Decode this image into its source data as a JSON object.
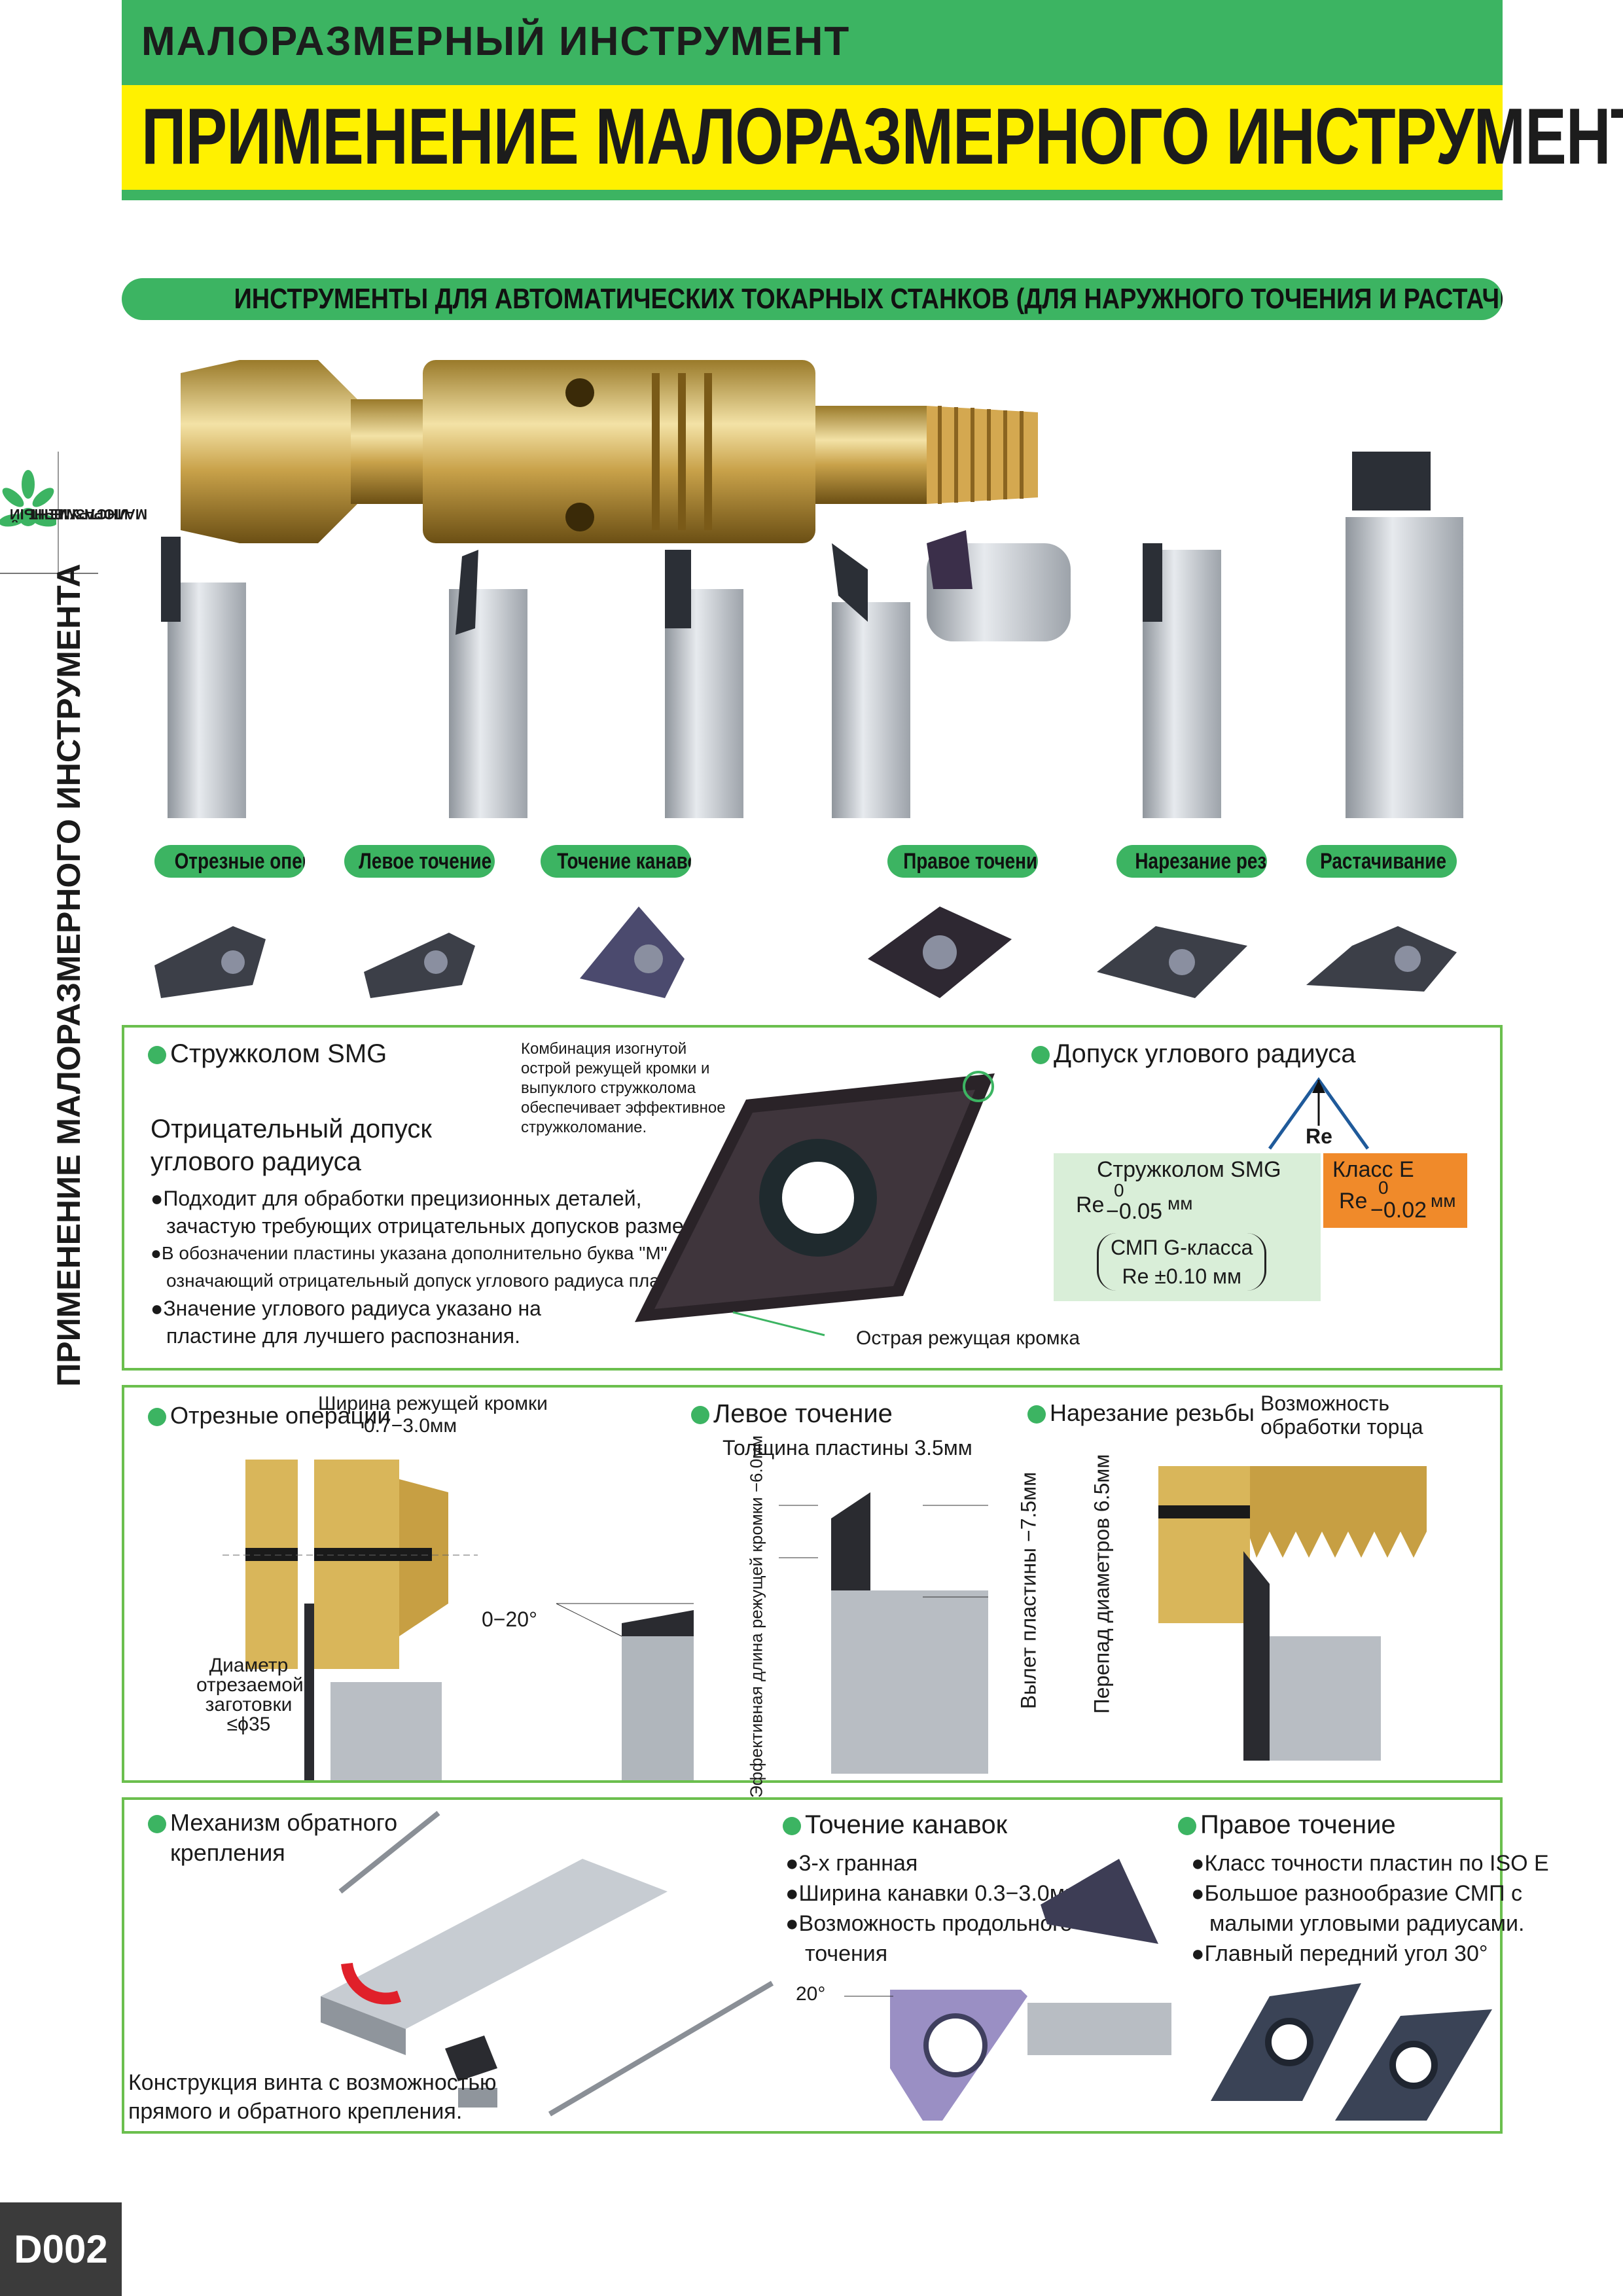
{
  "header": {
    "category": "МАЛОРАЗМЕРНЫЙ ИНСТРУМЕНТ",
    "title": "ПРИМЕНЕНИЕ МАЛОРАЗМЕРНОГО ИНСТРУМЕНТА"
  },
  "section_title": "ИНСТРУМЕНТЫ ДЛЯ АВТОМАТИЧЕСКИХ ТОКАРНЫХ СТАНКОВ (ДЛЯ НАРУЖНОГО ТОЧЕНИЯ И РАСТАЧИВАНИЯ)",
  "side_tab": {
    "vertical_title": "ПРИМЕНЕНИЕ МАЛОРАЗМЕРНОГО ИНСТРУМЕНТА",
    "small_line1": "МАЛОРАЗМЕРНЫЙ",
    "small_line2": "ИНСТРУМЕНТ"
  },
  "tool_labels": [
    "Отрезные операции",
    "Левое точение",
    "Точение канавок",
    "Правое точение",
    "Нарезание резьбы",
    "Растачивание"
  ],
  "smg_box": {
    "heading": "Стружколом SMG",
    "callout": [
      "Комбинация изогнутой",
      "острой режущей кромки и",
      "выпуклого стружколома",
      "обеспечивает эффективное",
      "стружколомание."
    ],
    "subheading_line1": "Отрицательный допуск",
    "subheading_line2": "углового радиуса",
    "bullets": [
      "●Подходит для обработки прецизионных деталей,",
      "зачастую требующих отрицательных допусков размеров.",
      "●В обозначении пластины указана дополнительно буква \"М\",",
      "означающий отрицательный допуск углового радиуса пластины.",
      "●Значение углового радиуса указано на",
      "пластине  для лучшего распознания."
    ],
    "edge_label": "Острая режущая кромка",
    "tolerance_heading": "Допуск углового радиуса",
    "re_label": "Re",
    "smg_tol": {
      "title": "Стружколом SMG",
      "re": "Re",
      "upper": "0",
      "lower": "−0.05",
      "unit": "мм"
    },
    "smp_tol": {
      "line1": "СМП  G-класса",
      "line2": "Re ±0.10 мм"
    },
    "class_e": {
      "title": "Класс Е",
      "re": "Re",
      "upper": "0",
      "lower": "−0.02",
      "unit": "мм"
    },
    "colors": {
      "green_panel": "#d9eed8",
      "orange_panel": "#f08a2a"
    }
  },
  "mid_box": {
    "cutoff_heading": "Отрезные операции",
    "cutoff_width_label": "Ширина режущей кромки",
    "cutoff_width_value": "0.7−3.0мм",
    "angle": "0−20°",
    "diameter_lines": [
      "Диаметр",
      "отрезаемой",
      "заготовки",
      "≤ϕ35"
    ],
    "left_heading": "Левое точение",
    "thickness": "Толщина пластины 3.5мм",
    "effective_len": "Эффективная длина режущей кромки −6.0мм",
    "overhang": "Вылет  пластины −7.5мм",
    "thread_heading": "Нарезание резьбы",
    "face_lines": [
      "Возможность",
      "обработки торца"
    ],
    "diam_step": "Перепад диаметров 6.5мм"
  },
  "bottom_box": {
    "back_heading_line1": "Механизм обратного",
    "back_heading_line2": "крепления",
    "screw_lines": [
      "Конструкция винта с возможностью",
      "прямого и обратного крепления."
    ],
    "groove_heading": "Точение канавок",
    "groove_bullets": [
      "●3-х гранная",
      "●Ширина канавки 0.3−3.0мм",
      "●Возможность продольного",
      "точения"
    ],
    "groove_angle": "20°",
    "right_heading": "Правое точение",
    "right_bullets": [
      "●Класс точности пластин по ISO E",
      "●Большое разнообразие СМП с",
      "малыми угловыми радиусами.",
      "●Главный передний угол 30°"
    ]
  },
  "page_number": "D002",
  "colors": {
    "green": "#3cb462",
    "yellow": "#fff100",
    "box_border": "#6bbf4e"
  }
}
